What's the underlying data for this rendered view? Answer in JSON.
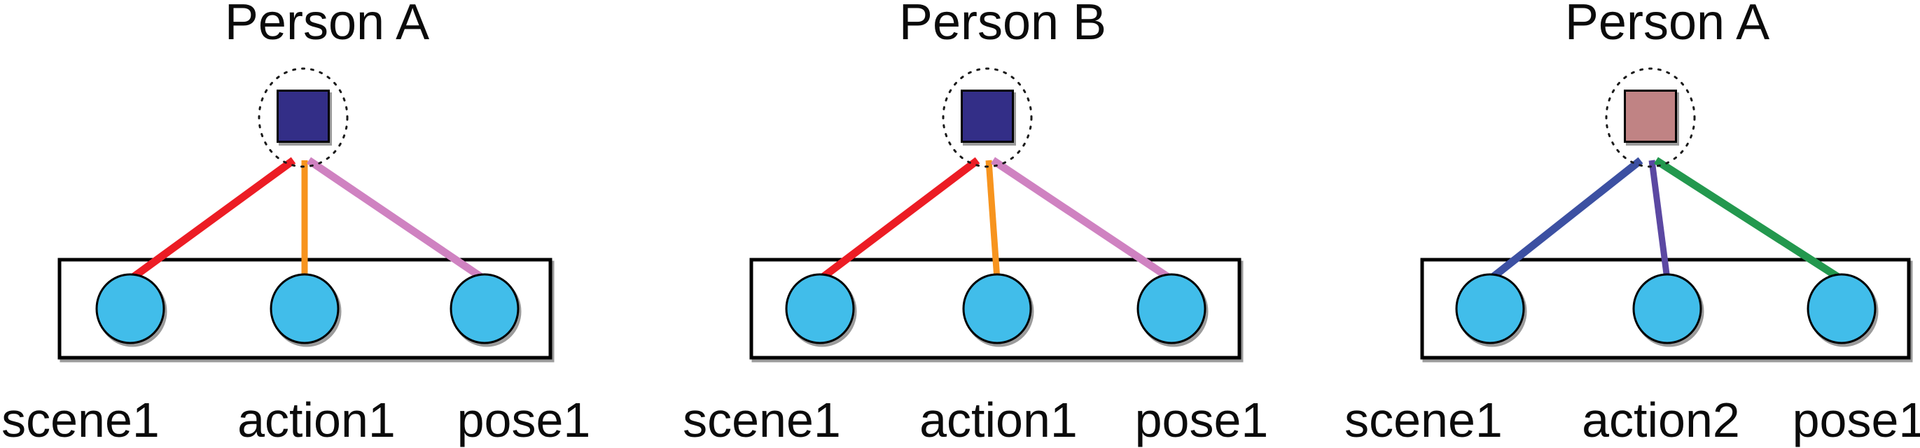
{
  "figure": {
    "background": "#ffffff",
    "attribute_node_fill": "#41bdea",
    "attribute_node_stroke": "#000000",
    "box_stroke": "#000000",
    "dotted_circle_stroke": "#1a1a1a",
    "panels": [
      {
        "title": "Person A",
        "person_square_color": "#332e87",
        "person_square_stroke": "#000000",
        "attributes": [
          {
            "label": "scene1",
            "edge_color": "#ec1c24"
          },
          {
            "label": "action1",
            "edge_color": "#f7941e"
          },
          {
            "label": "pose1",
            "edge_color": "#cf82c1"
          }
        ]
      },
      {
        "title": "Person B",
        "person_square_color": "#332e87",
        "person_square_stroke": "#000000",
        "attributes": [
          {
            "label": "scene1",
            "edge_color": "#ec1c24"
          },
          {
            "label": "action1",
            "edge_color": "#f7941e"
          },
          {
            "label": "pose1",
            "edge_color": "#cf82c1"
          }
        ]
      },
      {
        "title": "Person A",
        "person_square_color": "#c08384",
        "person_square_stroke": "#000000",
        "attributes": [
          {
            "label": "scene1",
            "edge_color": "#3c50a2"
          },
          {
            "label": "action2",
            "edge_color": "#5b48a2"
          },
          {
            "label": "pose1",
            "edge_color": "#23984e"
          }
        ]
      }
    ]
  }
}
